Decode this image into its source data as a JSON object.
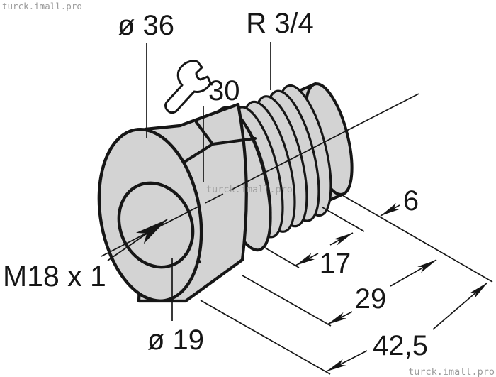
{
  "drawing": {
    "type": "technical-dimension-drawing",
    "subject": "threaded hex adapter fitting"
  },
  "labels": {
    "front_diameter": "ø 36",
    "external_thread": "R 3/4",
    "wrench_size": "30",
    "internal_thread": "M18 x 1",
    "bore_diameter": "ø 19"
  },
  "dimensions": {
    "tip_length": "6",
    "thread_length": "17",
    "length_to_shoulder": "29",
    "overall_length": "42,5"
  },
  "icons": {
    "wrench": "open-end-wrench"
  },
  "watermarks": {
    "top_left": "turck.imall.pro",
    "center": "turck.imall.pro",
    "bottom_right": "turck.imall.pro"
  },
  "colors": {
    "body_fill": "#d3d3d3",
    "line": "#161616",
    "watermark": "#9b9b9b",
    "background": "#ffffff"
  }
}
